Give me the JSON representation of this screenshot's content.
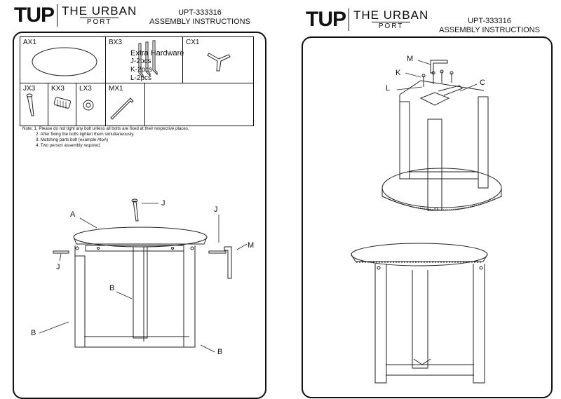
{
  "brand": {
    "logo": "TUP",
    "name_line1": "THE URBAN",
    "name_line2": "PORT"
  },
  "doc": {
    "code": "UPT-333316",
    "title": "ASSEMBLY INSTRUCTIONS"
  },
  "parts": {
    "ax": "AX1",
    "bx": "BX3",
    "cx": "CX1",
    "jx": "JX3",
    "kx": "KX3",
    "lx": "LX3",
    "mx": "MX1"
  },
  "extra_hardware": {
    "title": "Extra Hardware",
    "j": "J-2pcs",
    "k": "K-2pcs",
    "l": "L-2pcs"
  },
  "notes": {
    "prefix": "Note:",
    "n1": "1.   Please do not tight any bolt unless all bolts are fixed at their respective places.",
    "n2": "2.   After fixing the bolts tighten them simultaneously.",
    "n3": "3.   Matching parts bolt (example AtoA)",
    "n4": "4.   Two person assembly required."
  },
  "callouts": {
    "a": "A",
    "b": "B",
    "j": "J",
    "m": "M",
    "k": "K",
    "l": "L",
    "c": "C"
  }
}
